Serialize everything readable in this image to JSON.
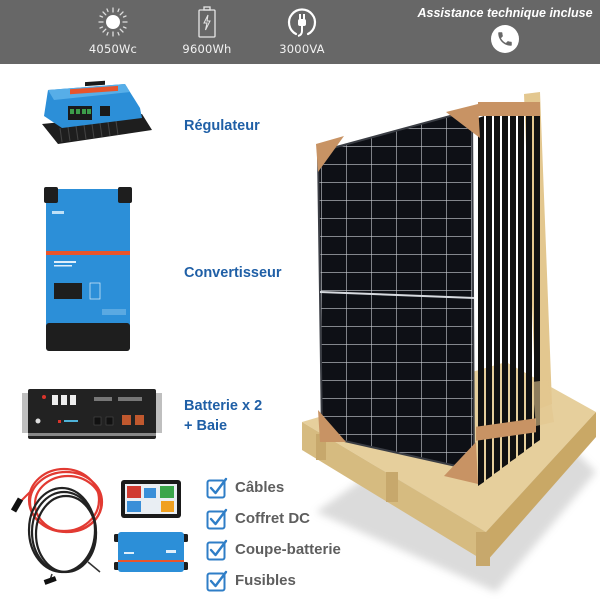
{
  "header": {
    "background": "#676767",
    "specs": [
      {
        "icon": "sun-icon",
        "label": "4050Wc"
      },
      {
        "icon": "battery-icon",
        "label": "9600Wh"
      },
      {
        "icon": "plug-icon",
        "label": "3000VA"
      }
    ],
    "assistance": {
      "title": "Assistance technique incluse",
      "icon": "phone-icon"
    }
  },
  "components": [
    {
      "name": "Régulateur",
      "image": "charge-controller"
    },
    {
      "name": "Convertisseur",
      "image": "inverter"
    },
    {
      "name_line1": "Batterie x 2",
      "name_line2": "+ Baie",
      "image": "battery-rack"
    }
  ],
  "accessories": {
    "images": [
      "cables",
      "touchscreen",
      "dc-distribution-box"
    ],
    "checklist": [
      {
        "label": "Câbles",
        "checked": true
      },
      {
        "label": "Coffret DC",
        "checked": true
      },
      {
        "label": "Coupe-batterie",
        "checked": true
      },
      {
        "label": "Fusibles",
        "checked": true
      }
    ]
  },
  "main_image": "solar-panels-on-pallet",
  "colors": {
    "label_blue": "#1f5fa6",
    "check_blue": "#2f7ec7",
    "checklist_text": "#5e5e5e",
    "victron_blue": "#2c8fd8"
  }
}
